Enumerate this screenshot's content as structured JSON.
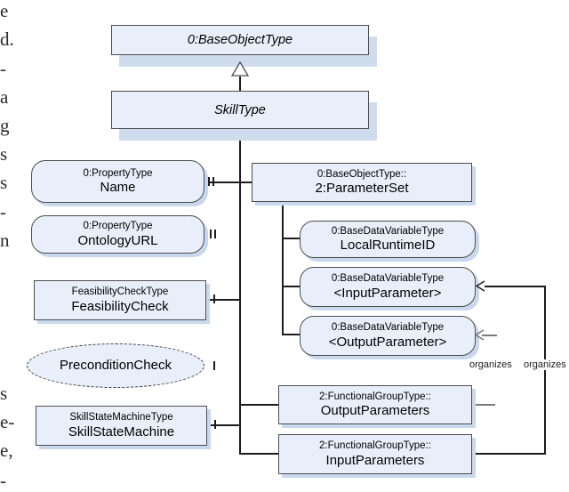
{
  "margin_text": {
    "chars": [
      "e",
      "d.",
      "-",
      "a",
      "g",
      "s",
      "s",
      "-",
      "n",
      "s",
      "e-",
      "e,",
      "-"
    ]
  },
  "diagram": {
    "title_boxes": {
      "base_object_type": "0:BaseObjectType",
      "skill_type": "SkillType"
    },
    "boxes": {
      "name": {
        "type": "0:PropertyType",
        "name": "Name"
      },
      "ontology_url": {
        "type": "0:PropertyType",
        "name": "OntologyURL"
      },
      "feasibility_check": {
        "type": "FeasibilityCheckType",
        "name": "FeasibilityCheck"
      },
      "precondition_check": {
        "name": "PreconditionCheck"
      },
      "skill_state_machine": {
        "type": "SkillStateMachineType",
        "name": "SkillStateMachine"
      },
      "parameter_set": {
        "type": "0:BaseObjectType::",
        "name": "2:ParameterSet"
      },
      "local_runtime_id": {
        "type": "0:BaseDataVariableType",
        "name": "LocalRuntimeID"
      },
      "input_parameter": {
        "type": "0:BaseDataVariableType",
        "name": "<InputParameter>"
      },
      "output_parameter": {
        "type": "0:BaseDataVariableType",
        "name": "<OutputParameter>"
      },
      "output_parameters": {
        "type": "2:FunctionalGroupType::",
        "name": "OutputParameters"
      },
      "input_parameters": {
        "type": "2:FunctionalGroupType::",
        "name": "InputParameters"
      }
    },
    "edge_labels": {
      "organizes_1": "organizes",
      "organizes_2": "organizes"
    },
    "colors": {
      "box_fill": "#e9effa",
      "box_border": "#4d4d4d",
      "shadow": "#c9d8ed",
      "line": "#1c1c1c",
      "gray_line": "#7a7a7a"
    }
  }
}
